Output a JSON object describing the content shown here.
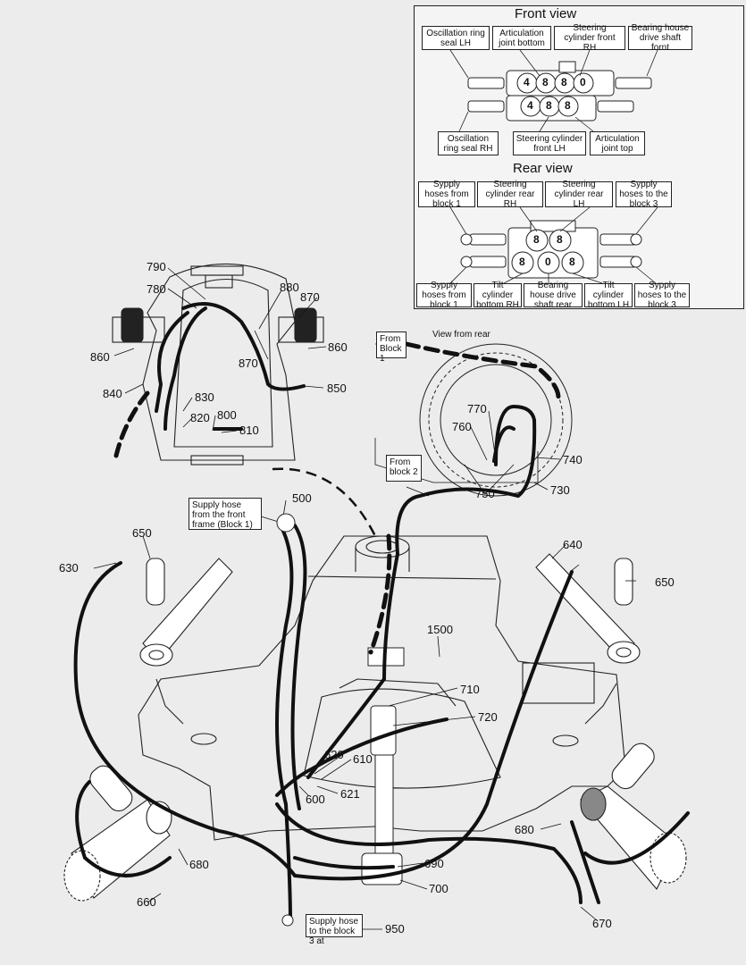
{
  "inset": {
    "front_view_title": "Front view",
    "rear_view_title": "Rear view",
    "front_top_labels": [
      "Oscillation ring seal LH",
      "Articulation joint bottom",
      "Steering cylinder front RH",
      "Bearing house drive shaft fornt"
    ],
    "front_bottom_labels": [
      "Oscillation ring seal RH",
      "Steering cylinder front LH",
      "Articulation joint top"
    ],
    "rear_top_labels": [
      "Sypply hoses from block 1",
      "Steering cylinder rear RH",
      "Steering cylinder rear LH",
      "Sypply hoses to the block 3"
    ],
    "rear_bottom_labels": [
      "Sypply hoses from block 1",
      "Tilt cylinder bottom RH",
      "Bearing house drive shaft rear",
      "Tilt cylinder bottom LH",
      "Sypply hoses to the block 3"
    ],
    "front_port_digits_top": [
      "4",
      "8",
      "8",
      "0"
    ],
    "front_port_digits_bottom": [
      "4",
      "8",
      "8"
    ],
    "rear_port_digits_top": [
      "8",
      "8"
    ],
    "rear_port_digits_bottom": [
      "8",
      "0",
      "8"
    ]
  },
  "callouts": {
    "from_block_1": "From Block 1",
    "view_from_rear": "View from rear",
    "from_block_2": "From block 2",
    "supply_front": "Supply hose from the front frame (Block 1)",
    "supply_block3": "Supply hose to the block 3 at"
  },
  "part_numbers": {
    "p790": "790",
    "p780": "780",
    "p880": "880",
    "p870a": "870",
    "p870b": "870",
    "p860a": "860",
    "p860b": "860",
    "p840": "840",
    "p850": "850",
    "p830": "830",
    "p820": "820",
    "p800": "800",
    "p810": "810",
    "p770": "770",
    "p760": "760",
    "p740": "740",
    "p750": "750",
    "p730": "730",
    "p500": "500",
    "p650a": "650",
    "p650b": "650",
    "p640": "640",
    "p630": "630",
    "p1500": "1500",
    "p710": "710",
    "p720": "720",
    "p620": "620",
    "p610": "610",
    "p621": "621",
    "p600": "600",
    "p680a": "680",
    "p680b": "680",
    "p690": "690",
    "p700": "700",
    "p660": "660",
    "p670": "670",
    "p950": "950"
  }
}
